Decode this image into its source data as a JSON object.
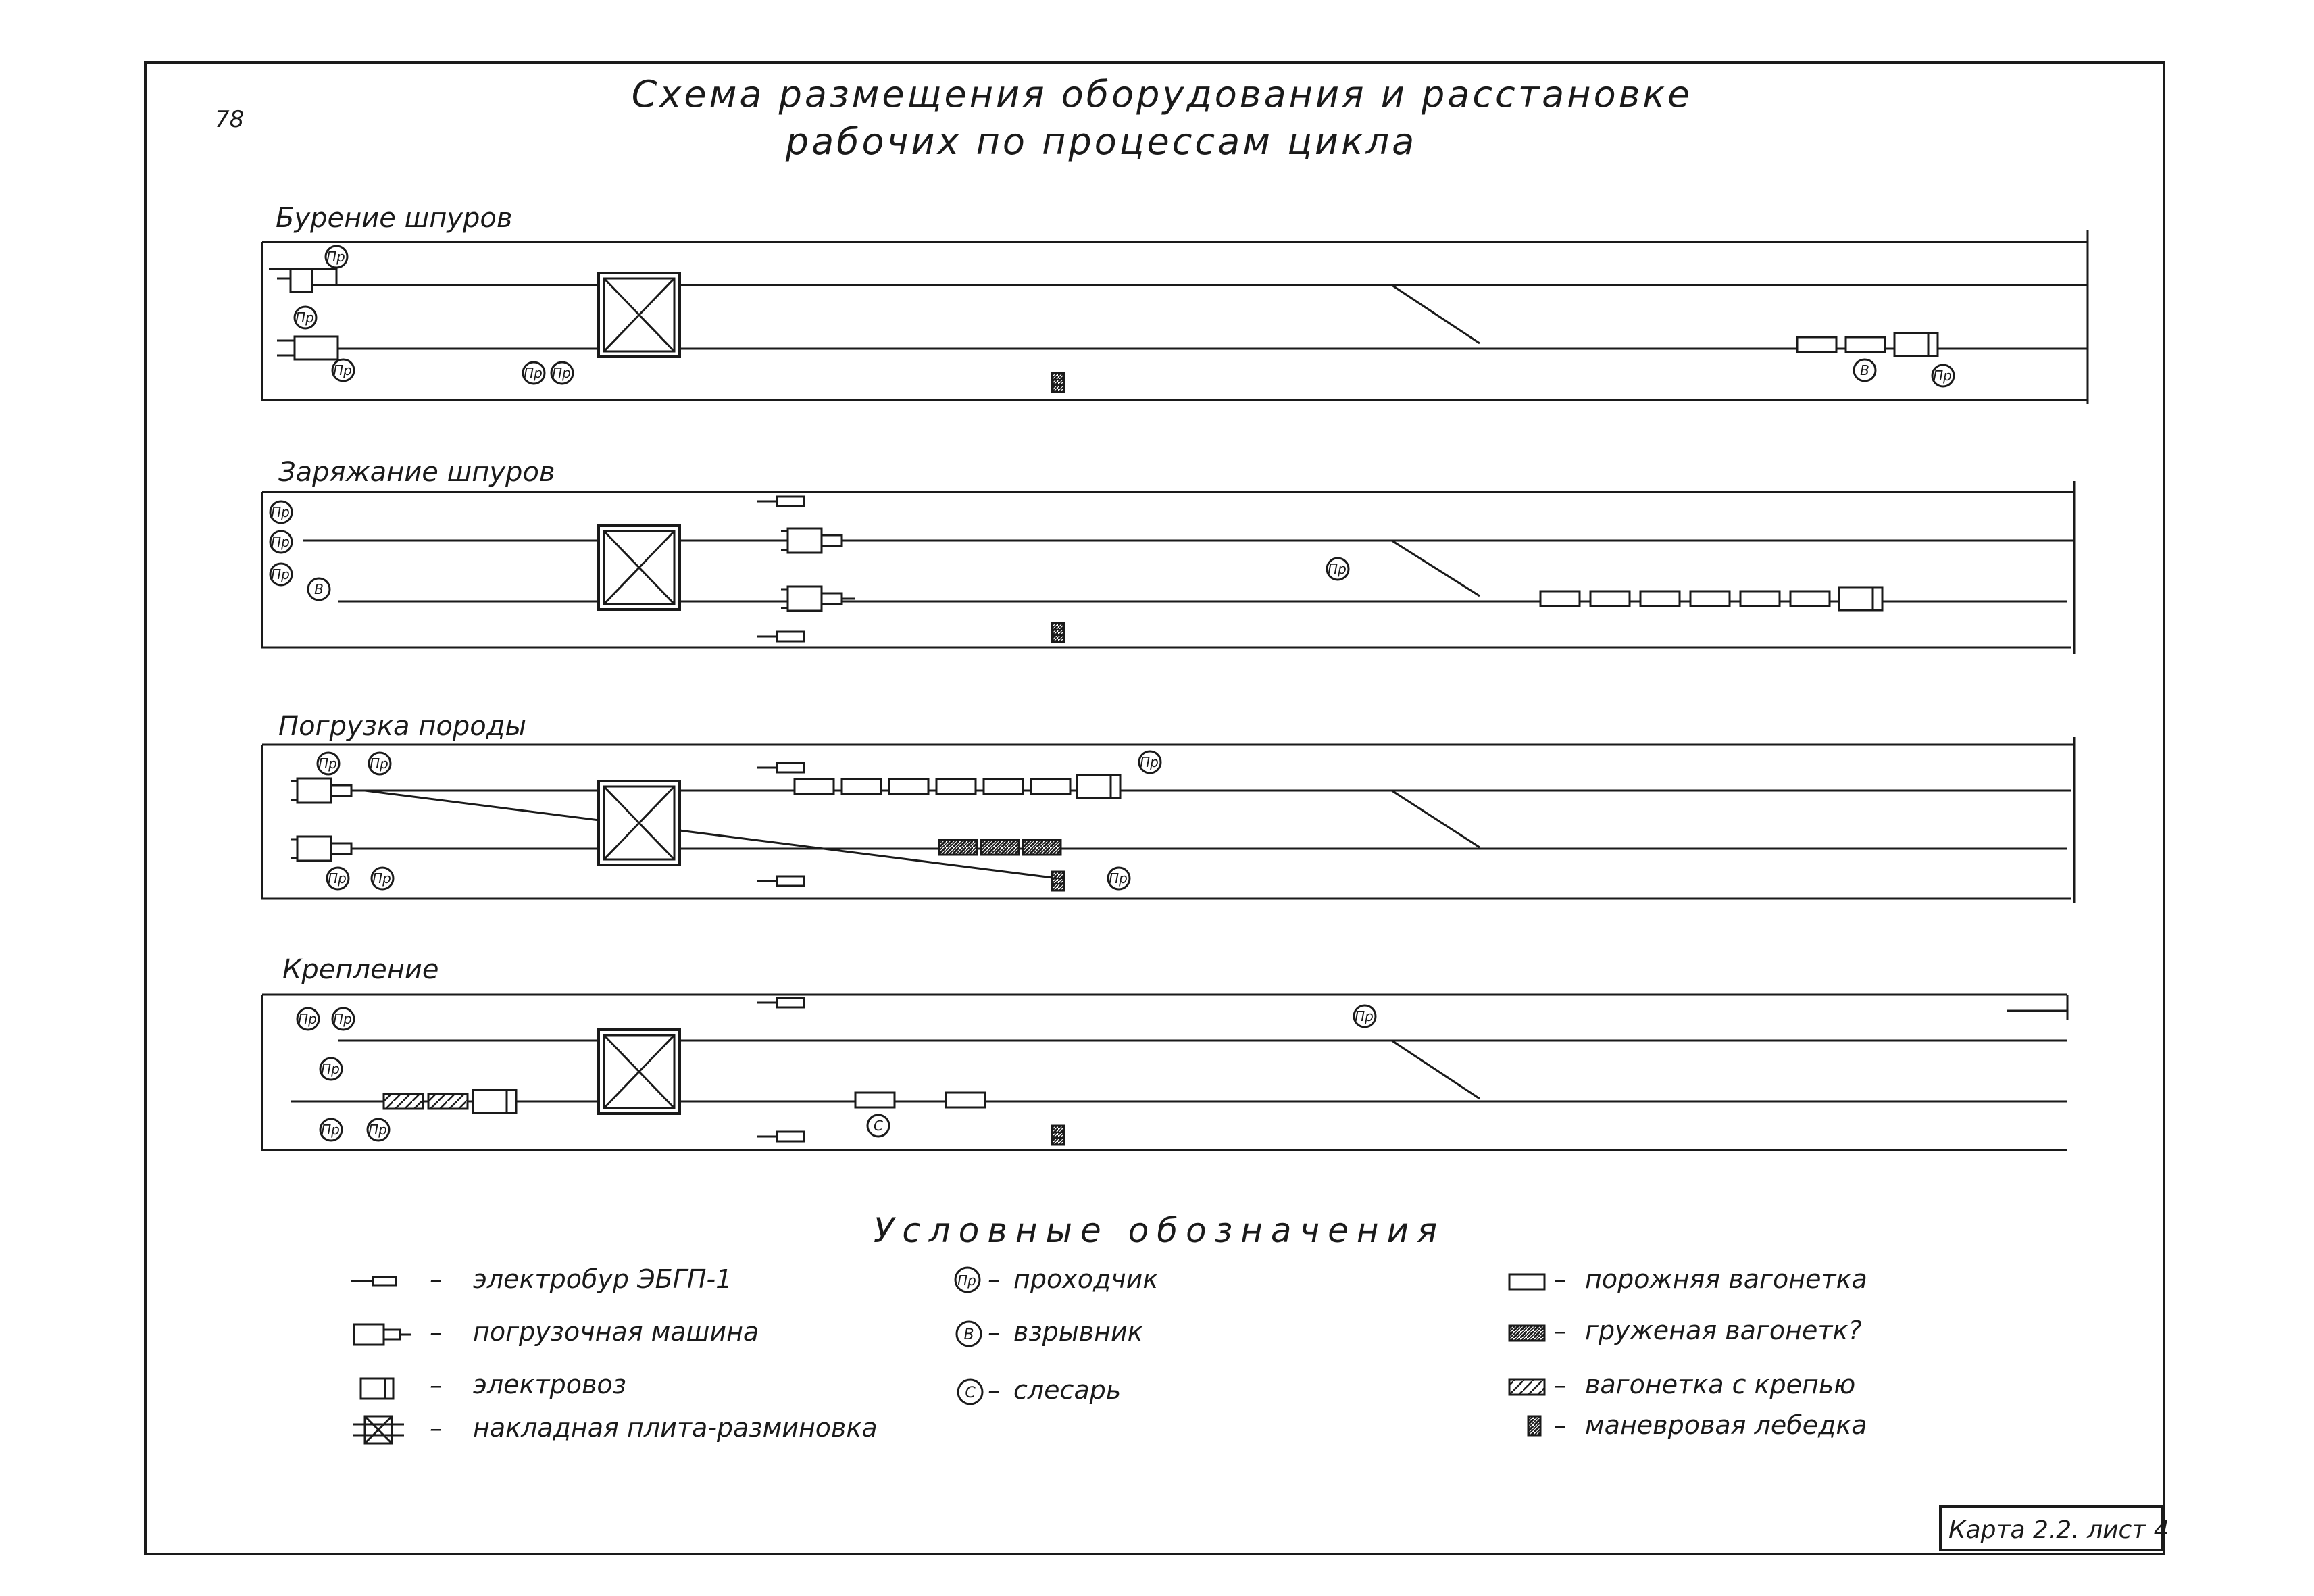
{
  "page_number": "78",
  "title": {
    "line1": "Схема размещения оборудования и расстановке",
    "line2": "рабочих по процессам цикла"
  },
  "panels": [
    {
      "id": "drilling",
      "title": "Бурение шпуров"
    },
    {
      "id": "charging",
      "title": "Заряжание шпуров"
    },
    {
      "id": "loading",
      "title": "Погрузка породы"
    },
    {
      "id": "support",
      "title": "Крепление"
    }
  ],
  "worker_marks": {
    "tunneler": "Пр",
    "blaster": "В",
    "fitter": "С"
  },
  "legend": {
    "title": "Условные обозначения",
    "items": [
      {
        "key": "drill",
        "dash": "–",
        "label": "электробур ЭБГП-1"
      },
      {
        "key": "loader",
        "dash": "–",
        "label": "погрузочная машина"
      },
      {
        "key": "loco",
        "dash": "–",
        "label": "электровоз"
      },
      {
        "key": "plate",
        "dash": "–",
        "label": "накладная плита-разминовка"
      },
      {
        "key": "tunneler",
        "mark": "Пр",
        "dash": "–",
        "label": "проходчик"
      },
      {
        "key": "blaster",
        "mark": "В",
        "dash": "–",
        "label": "взрывник"
      },
      {
        "key": "fitter",
        "mark": "С",
        "dash": "–",
        "label": "слесарь"
      },
      {
        "key": "empty",
        "dash": "–",
        "label": "порожняя вагонетка"
      },
      {
        "key": "loaded",
        "dash": "–",
        "label": "груженая вагонетк?"
      },
      {
        "key": "support_car",
        "dash": "–",
        "label": "вагонетка  с крепью"
      },
      {
        "key": "winch",
        "dash": "–",
        "label": "маневровая лебедка"
      }
    ]
  },
  "stamp": "Карта 2.2. лист 4",
  "colors": {
    "ink": "#1a1a1a",
    "paper": "#ffffff",
    "hatch": "#555555"
  }
}
